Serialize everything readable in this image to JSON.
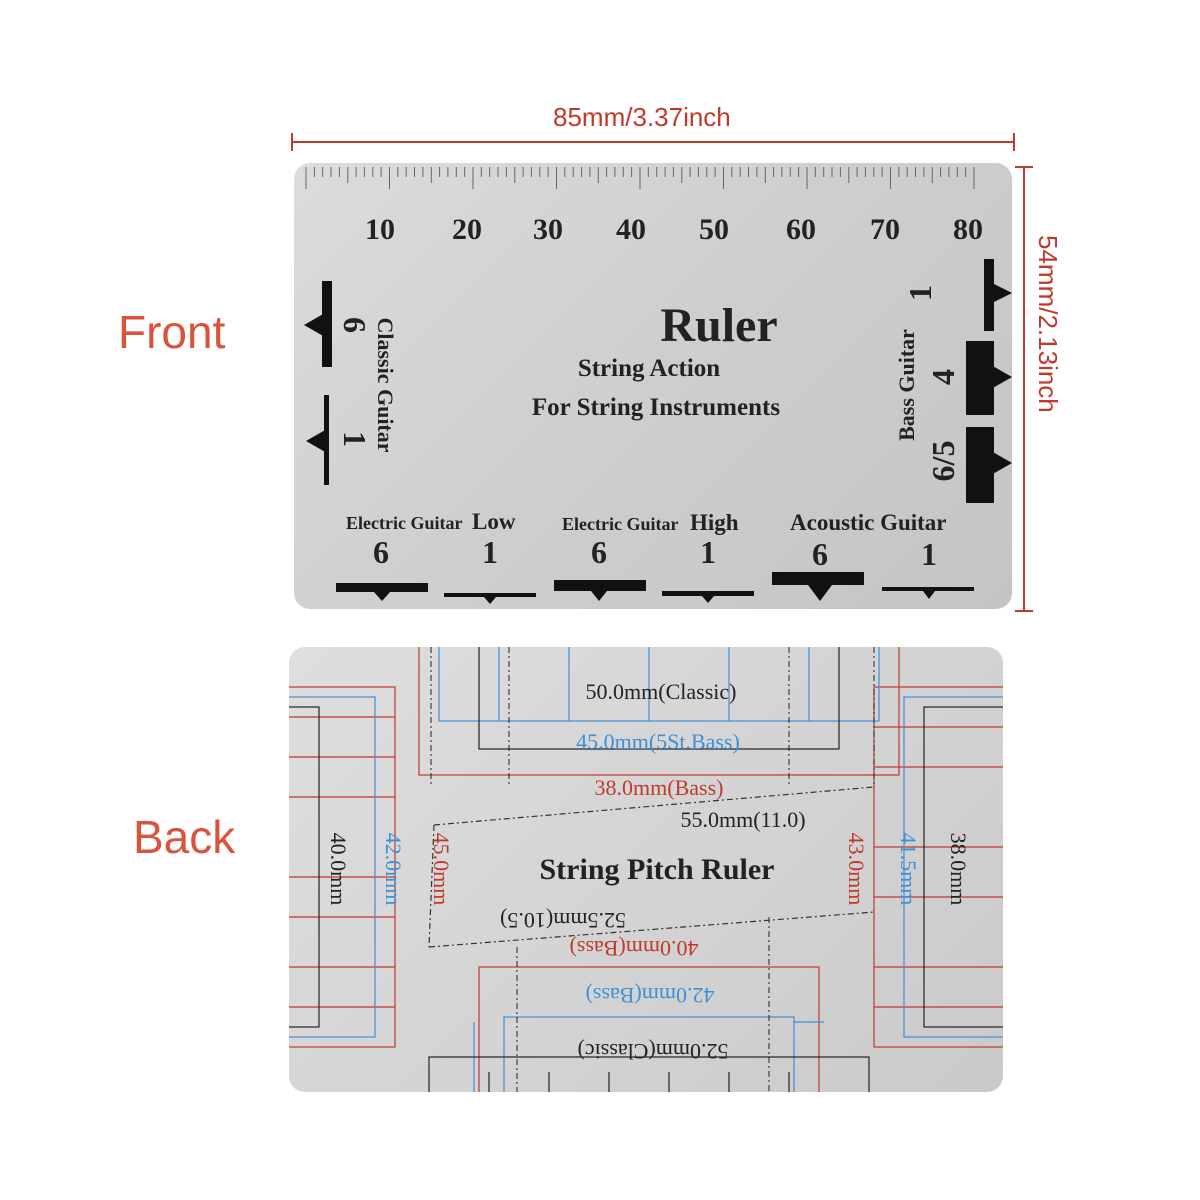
{
  "dimensions": {
    "width_label": "85mm/3.37inch",
    "height_label": "54mm/2.13inch",
    "color": "#c0392b"
  },
  "sides": {
    "front": "Front",
    "back": "Back",
    "color": "#d9543a"
  },
  "front": {
    "ruler_numbers": [
      "10",
      "20",
      "30",
      "40",
      "50",
      "60",
      "70",
      "80"
    ],
    "title": "Ruler",
    "subtitle1": "String Action",
    "subtitle2": "For String Instruments",
    "classic_guitar": {
      "label": "Classic Guitar",
      "num_a": "6",
      "num_b": "1"
    },
    "bass_guitar": {
      "label": "Bass Guitar",
      "num_a": "1",
      "num_b": "4",
      "num_c": "6/5"
    },
    "bottom_groups": [
      {
        "label": "Electric Guitar",
        "qualifier": "Low",
        "num_a": "6",
        "num_b": "1"
      },
      {
        "label": "Electric Guitar",
        "qualifier": "High",
        "num_a": "6",
        "num_b": "1"
      },
      {
        "label": "Acoustic Guitar",
        "qualifier": "",
        "num_a": "6",
        "num_b": "1"
      }
    ]
  },
  "back": {
    "title": "String Pitch Ruler",
    "top_labels": [
      "50.0mm(Classic)",
      "45.0mm(5St.Bass)",
      "38.0mm(Bass)"
    ],
    "mid_labels": [
      "55.0mm(11.0)",
      "52.5mm(10.5)"
    ],
    "bottom_labels": [
      "40.0mm(Bass)",
      "42.0mm(Bass)",
      "52.0mm(Classic)"
    ],
    "left_labels": [
      "40.0mm",
      "42.0mm",
      "45.0mm"
    ],
    "right_labels": [
      "43.0mm",
      "41.5mm",
      "38.0mm"
    ],
    "colors": {
      "black": "#222222",
      "blue": "#3f8fd6",
      "red": "#c0392b"
    }
  }
}
